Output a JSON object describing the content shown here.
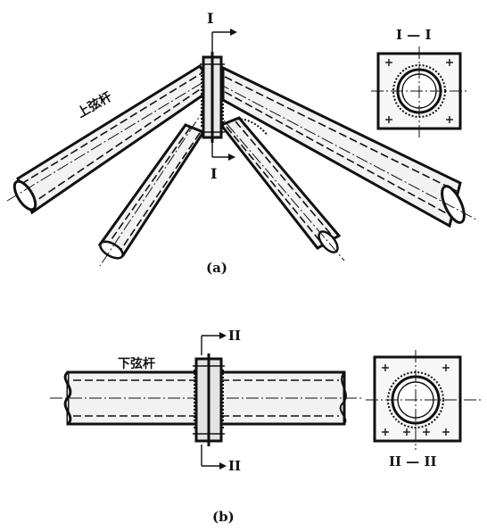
{
  "labels": {
    "upper_chord": "上弦杆",
    "lower_chord": "下弦杆",
    "caption_a": "(a)",
    "caption_b": "(b)",
    "section_1": "I",
    "section_1_full": "I — I",
    "section_2": "II",
    "section_2_full": "II — II"
  }
}
